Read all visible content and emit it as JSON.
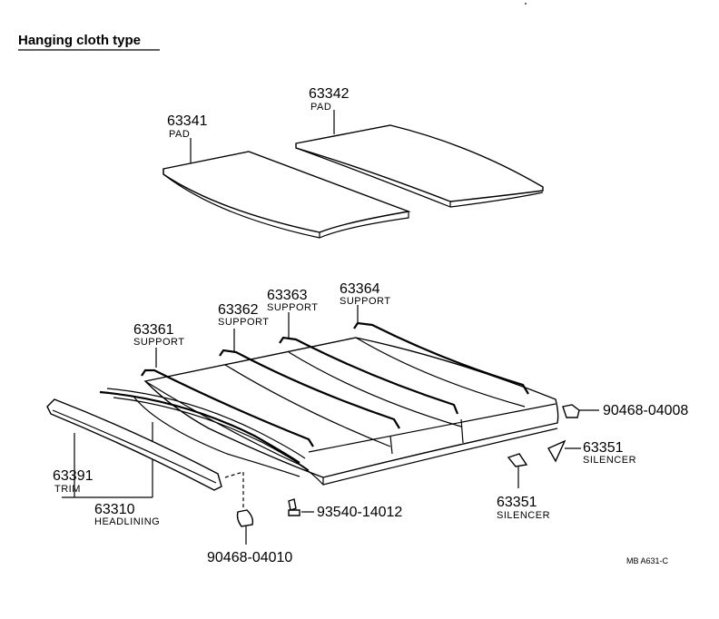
{
  "title": "Hanging cloth type",
  "drawing_code": "MB A631-C",
  "parts": {
    "pad_63341": {
      "number": "63341",
      "name": "PAD"
    },
    "pad_63342": {
      "number": "63342",
      "name": "PAD"
    },
    "support_63361": {
      "number": "63361",
      "name": "SUPPORT"
    },
    "support_63362": {
      "number": "63362",
      "name": "SUPPORT"
    },
    "support_63363": {
      "number": "63363",
      "name": "SUPPORT"
    },
    "support_63364": {
      "number": "63364",
      "name": "SUPPORT"
    },
    "trim_63391": {
      "number": "63391",
      "name": "TRIM"
    },
    "headlining_63310": {
      "number": "63310",
      "name": "HEADLINING"
    },
    "silencer_63351_right": {
      "number": "63351",
      "name": "SILENCER"
    },
    "silencer_63351_bottom": {
      "number": "63351",
      "name": "SILENCER"
    },
    "clip_90468_04008": {
      "number": "90468-04008"
    },
    "clip_90468_04010": {
      "number": "90468-04010"
    },
    "screw_93540_14012": {
      "number": "93540-14012"
    }
  }
}
